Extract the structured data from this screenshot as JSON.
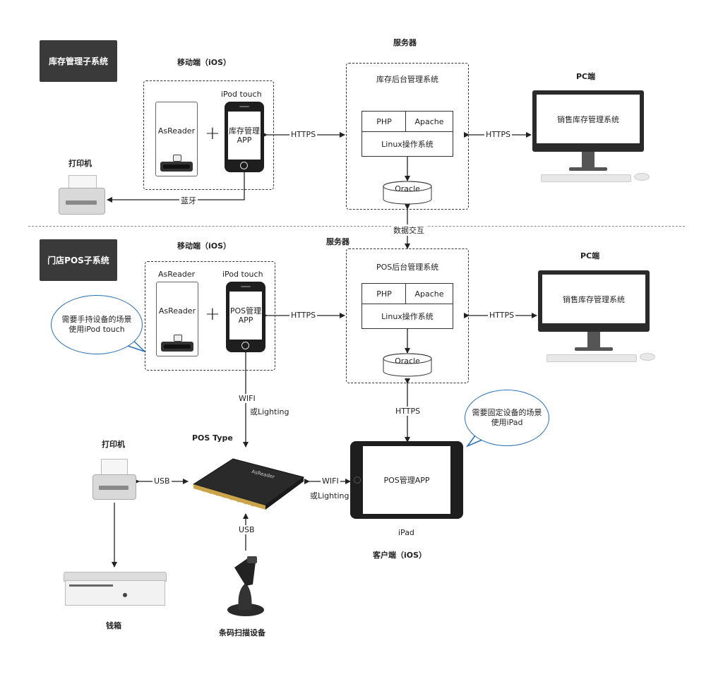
{
  "inventory": {
    "system_title": "库存管理子系统",
    "mobile_title": "移动端（iOS）",
    "ipod_label": "iPod touch",
    "reader_label": "AsReader",
    "app_label_line1": "库存管理",
    "app_label_line2": "APP",
    "printer_title": "打印机",
    "bluetooth_label": "蓝牙",
    "server_title": "服务器",
    "server_system": "库存后台管理系统",
    "php": "PHP",
    "apache": "Apache",
    "linux": "Linux操作系统",
    "oracle": "Oracle",
    "pc_title": "PC端",
    "pc_screen": "销售库存管理系统",
    "https_left": "HTTPS",
    "https_right": "HTTPS"
  },
  "data_exchange_label": "数据交互",
  "pos": {
    "system_title": "门店POS子系统",
    "mobile_title": "移动端（iOS）",
    "reader_top_label": "AsReader",
    "reader_label": "AsReader",
    "ipod_label": "iPod touch",
    "app_label_line1": "POS管理",
    "app_label_line2": "APP",
    "bubble_handheld_line1": "需要手持设备的场景",
    "bubble_handheld_line2": "使用iPod touch",
    "server_title": "服务器",
    "server_system": "POS后台管理系统",
    "php": "PHP",
    "apache": "Apache",
    "linux": "Linux操作系统",
    "oracle": "Oracle",
    "pc_title": "PC端",
    "pc_screen": "销售库存管理系统",
    "https_left": "HTTPS",
    "https_right": "HTTPS",
    "https_down": "HTTPS",
    "wifi_label": "WIFI",
    "lighting_label": "或Lighting",
    "pos_type_title": "POS Type",
    "pos_device_brand": "AsReader",
    "printer_title": "打印机",
    "usb_left": "USB",
    "usb_down": "USB",
    "wifi_right": "WIFI",
    "lighting_right": "或Lighting",
    "ipad_app": "POS管理APP",
    "ipad_label": "iPad",
    "client_title": "客户端（iOS）",
    "bubble_fixed_line1": "需要固定设备的场景",
    "bubble_fixed_line2": "使用iPad",
    "cash_drawer_title": "钱箱",
    "scanner_title": "条码扫描设备"
  }
}
